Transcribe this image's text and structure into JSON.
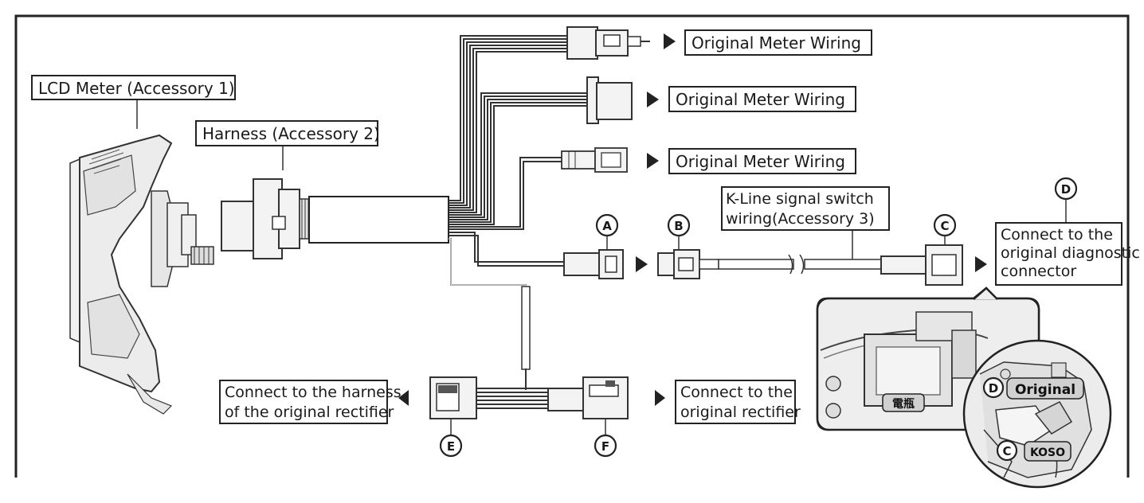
{
  "labels": {
    "lcd_meter": "LCD Meter (Accessory 1)",
    "harness": "Harness (Accessory 2)",
    "orig_meter_1": "Original Meter Wiring",
    "orig_meter_2": "Original Meter Wiring",
    "orig_meter_3": "Original Meter Wiring",
    "kline_1": "K-Line signal switch",
    "kline_2": "wiring(Accessory 3)",
    "diag_1": "Connect to the",
    "diag_2": "original diagnostic",
    "diag_3": "connector",
    "rect_harness_1": "Connect to the harness",
    "rect_harness_2": "of the original rectifier",
    "rect_1": "Connect to the",
    "rect_2": "original rectifier"
  },
  "markers": {
    "a": "A",
    "b": "B",
    "c": "C",
    "d": "D",
    "e": "E",
    "f": "F",
    "inset_d": "D",
    "inset_c": "C"
  },
  "inset": {
    "battery": "電瓶",
    "original": "Original",
    "koso": "KOSO"
  }
}
